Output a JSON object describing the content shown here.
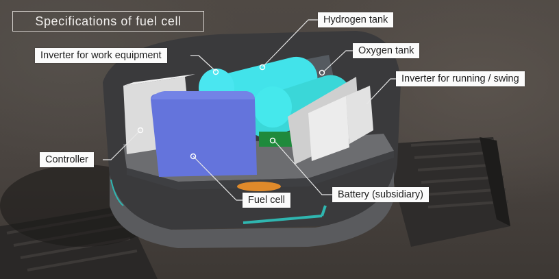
{
  "title": "Specifications of fuel cell",
  "labels": {
    "hydrogen_tank": "Hydrogen tank",
    "oxygen_tank": "Oxygen tank",
    "inverter_work": "Inverter for work equipment",
    "inverter_running": "Inverter for running / swing",
    "controller": "Controller",
    "fuel_cell": "Fuel cell",
    "battery": "Battery (subsidiary)"
  },
  "colors": {
    "tank": "#3fe6ea",
    "fuel_cell_block": "#6272dc",
    "battery": "#1f8a3c",
    "inverter": "#e6e6e6",
    "accent_strip": "#2fb6b0",
    "ground": "#4a4440"
  }
}
